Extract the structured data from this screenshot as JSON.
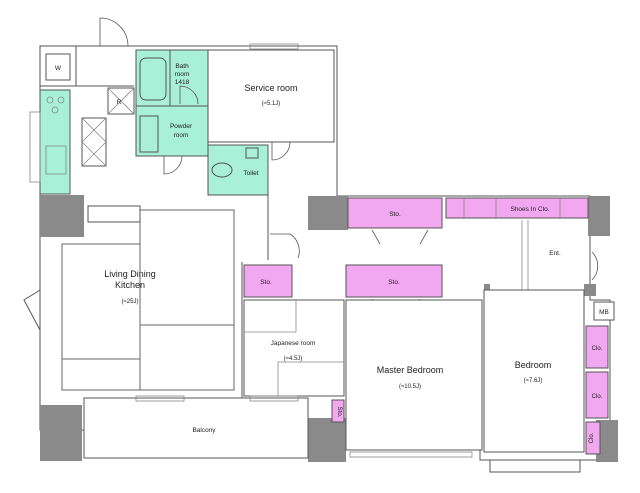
{
  "rooms": {
    "service_room": {
      "name": "Service room",
      "area": "(≈5.1J)"
    },
    "bath": {
      "line1": "Bath",
      "line2": "room",
      "line3": "1418"
    },
    "powder": {
      "line1": "Powder",
      "line2": "room"
    },
    "toilet": {
      "name": "Toilet"
    },
    "ldk": {
      "line1": "Living Dining",
      "line2": "Kitchen",
      "area": "(≈25J)"
    },
    "japanese": {
      "name": "Japanese room",
      "area": "(≈4.5J)"
    },
    "master": {
      "name": "Master Bedroom",
      "area": "(≈10.5J)"
    },
    "bedroom": {
      "name": "Bedroom",
      "area": "(≈7.6J)"
    },
    "balcony": {
      "name": "Balcony"
    },
    "entrance": {
      "name": "Ent."
    },
    "mb": {
      "name": "MB"
    }
  },
  "storage": {
    "sto_top": "Sto.",
    "shoes": "Shoes  In Clo.",
    "sto_jp": "Sto.",
    "sto_master": "Sto.",
    "sto_vertical": "Sto.",
    "clo1": "Clo.",
    "clo2": "Clo.",
    "clo3": "Clo."
  },
  "fixtures": {
    "washer": "W",
    "fridge": "R"
  },
  "colors": {
    "wall": "#8a8a8a",
    "wet_area": "#a8f0d8",
    "closet": "#f2a8f0"
  }
}
